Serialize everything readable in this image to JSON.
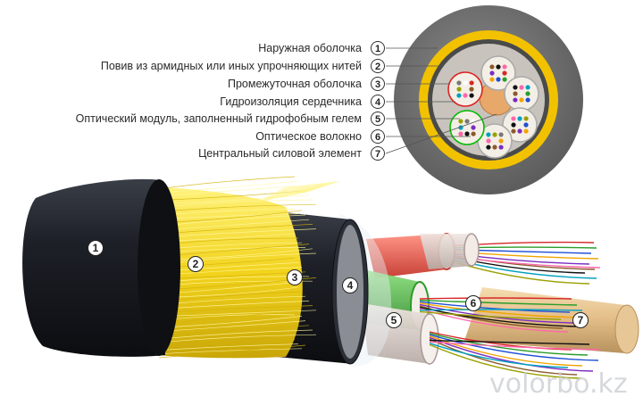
{
  "legend": [
    {
      "num": "1",
      "text": "Наружная оболочка"
    },
    {
      "num": "2",
      "text": "Повив из армидных или иных упрочняющих нитей"
    },
    {
      "num": "3",
      "text": "Промежуточная оболочка"
    },
    {
      "num": "4",
      "text": "Гидроизоляция сердечника"
    },
    {
      "num": "5",
      "text": "Оптический модуль, заполненный гидрофобным гелем"
    },
    {
      "num": "6",
      "text": "Оптическое волокно"
    },
    {
      "num": "7",
      "text": "Центральный силовой элемент"
    }
  ],
  "badges": [
    "1",
    "2",
    "3",
    "4",
    "5",
    "6",
    "7"
  ],
  "watermark": "volorbo.kz",
  "colors": {
    "outer_sheath": "#1c1f26",
    "aramid": "#f3d21c",
    "cross_outer": "#6f6f6f",
    "cross_yellow": "#f2c200",
    "central_member": "#e8c48e"
  }
}
